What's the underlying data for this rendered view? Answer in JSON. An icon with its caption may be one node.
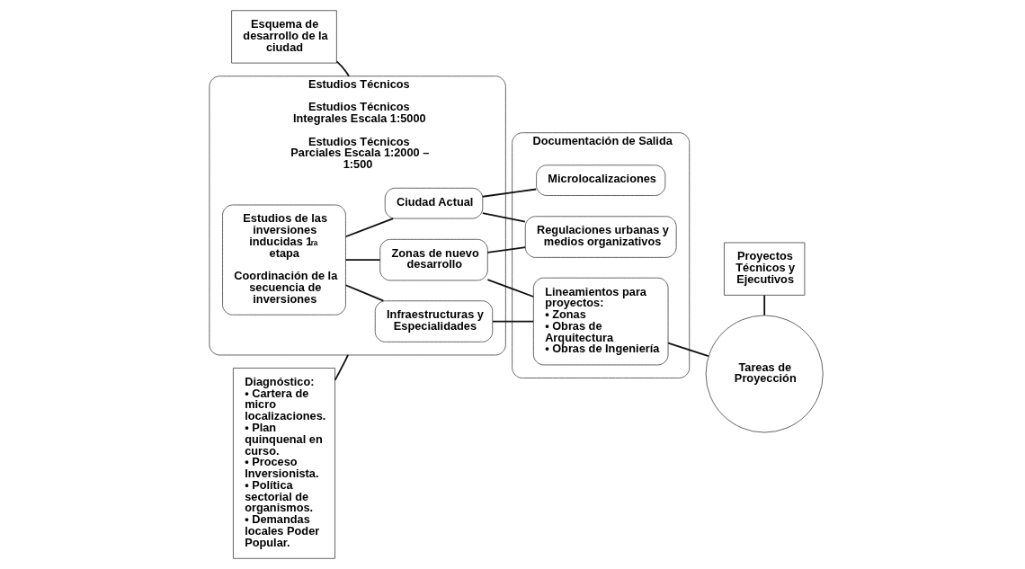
{
  "diagram": {
    "nodes": [
      {
        "text": [
          "Esquema de desarrollo de la ciudad"
        ]
      },
      {
        "text": [
          "Diagnóstico:",
          "• Cartera de micro localizaciones.",
          "• Plan quinquenal en curso.",
          "• Proceso Inversionista.",
          "• Política sectorial de organismos.",
          "• Demandas locales Poder Popular."
        ]
      },
      {
        "text": [
          "Estudios Técnicos",
          "Estudios Técnicos Integrales Escala 1:5000",
          "Estudios Técnicos Parciales Escala 1:2000 – 1:500"
        ]
      },
      {
        "text": [
          "Estudios de las inversiones inducidas 1$^{ra}$ etapa",
          "Coordinación de la secuencia de inversiones"
        ],
        "in": 2
      },
      {
        "text": [
          "Ciudad Actual"
        ],
        "in": 2
      },
      {
        "text": [
          "Zonas de nuevo desarrollo"
        ],
        "in": 2
      },
      {
        "text": [
          "Infraestructuras y Especialidades"
        ],
        "in": 2
      },
      {
        "text": [
          "Documentación de Salida"
        ]
      },
      {
        "text": [
          "Microlocalizaciones"
        ],
        "in": 7
      },
      {
        "text": [
          "Regulaciones urbanas y medios organizativos"
        ],
        "in": 7
      },
      {
        "text": [
          "Lineamientos para proyectos:",
          "• Zonas",
          "• Obras de Arquitectura",
          "• Obras de Ingeniería"
        ],
        "in": 7
      },
      {
        "text": [
          "Proyectos Técnicos y Ejecutivos"
        ]
      },
      {
        "text": [
          "Tareas de Proyección"
        ]
      }
    ],
    "edges": [
      {
        "from": 0,
        "to": 2,
        "arrow": "none"
      },
      {
        "from": 1,
        "to": 2,
        "arrow": "none"
      },
      {
        "from": 3,
        "to": 4,
        "arrow": "none"
      },
      {
        "from": 3,
        "to": 5,
        "arrow": "none"
      },
      {
        "from": 3,
        "to": 6,
        "arrow": "none"
      },
      {
        "from": 4,
        "to": 8,
        "arrow": "none"
      },
      {
        "from": 4,
        "to": 9,
        "arrow": "none"
      },
      {
        "from": 5,
        "to": 9,
        "arrow": "none"
      },
      {
        "from": 5,
        "to": 10,
        "arrow": "none"
      },
      {
        "from": 6,
        "to": 10,
        "arrow": "none"
      },
      {
        "from": 10,
        "to": 12,
        "arrow": "none"
      },
      {
        "from": 11,
        "to": 12,
        "arrow": "none"
      }
    ]
  }
}
